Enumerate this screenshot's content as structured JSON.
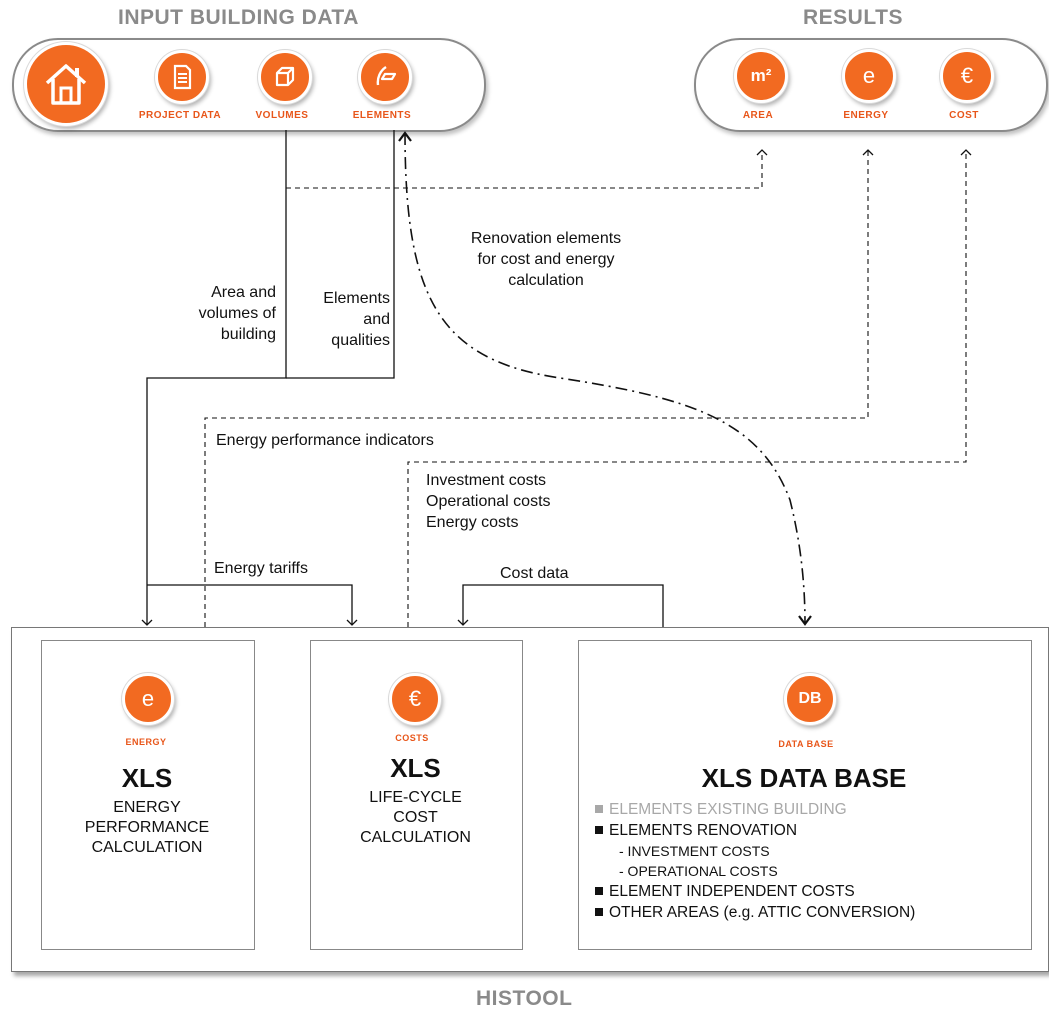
{
  "input": {
    "title": "INPUT BUILDING DATA",
    "items": [
      {
        "label": "PROJECT DATA",
        "icon": "document-icon"
      },
      {
        "label": "VOLUMES",
        "icon": "cube-icon"
      },
      {
        "label": "ELEMENTS",
        "icon": "elements-icon"
      }
    ],
    "home_icon": "house-icon"
  },
  "results": {
    "title": "RESULTS",
    "items": [
      {
        "label": "AREA",
        "symbol": "m²"
      },
      {
        "label": "ENERGY",
        "symbol": "e"
      },
      {
        "label": "COST",
        "symbol": "€"
      }
    ]
  },
  "flows": {
    "area_volumes": [
      "Area and",
      "volumes of",
      "building"
    ],
    "elements_qualities": [
      "Elements",
      "and",
      "qualities"
    ],
    "renovation": [
      "Renovation elements",
      "for cost and energy",
      "calculation"
    ],
    "energy_indicators": "Energy performance indicators",
    "costs": [
      "Investment  costs",
      "Operational costs",
      "Energy costs"
    ],
    "energy_tariffs": "Energy tariffs",
    "cost_data": "Cost data"
  },
  "histool": {
    "title": "HISTOOL",
    "energy": {
      "symbol": "e",
      "caption": "ENERGY",
      "title": "XLS",
      "desc": [
        "ENERGY",
        "PERFORMANCE",
        "CALCULATION"
      ]
    },
    "costs": {
      "symbol": "€",
      "caption": "COSTS",
      "title": "XLS",
      "desc": [
        "LIFE-CYCLE",
        "COST",
        "CALCULATION"
      ]
    },
    "database": {
      "symbol": "DB",
      "caption": "DATA BASE",
      "title": "XLS DATA BASE",
      "items": [
        "ELEMENTS  EXISTING BUILDING",
        "ELEMENTS  RENOVATION",
        "- INVESTMENT COSTS",
        "- OPERATIONAL COSTS",
        "ELEMENT  INDEPENDENT  COSTS",
        "OTHER  AREAS  (e.g.  ATTIC CONVERSION)"
      ]
    }
  },
  "colors": {
    "accent": "#f26a21",
    "grey": "#8a8a8a"
  }
}
